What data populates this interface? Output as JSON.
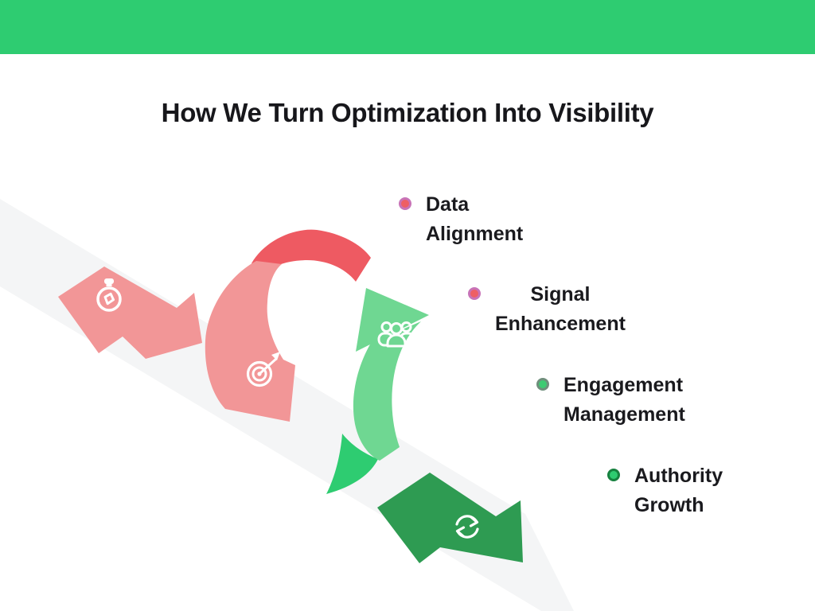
{
  "title": "How We Turn Optimization Into Visibility",
  "steps": [
    {
      "line1": "Data",
      "line2": "Alignment",
      "bullet_fill": "#ee5f64",
      "bullet_ring": "#c873b7",
      "icon": "stopwatch"
    },
    {
      "line1": "Signal",
      "line2": "Enhancement",
      "bullet_fill": "#ee5f64",
      "bullet_ring": "#c873b7",
      "icon": "target"
    },
    {
      "line1": "Engagement",
      "line2": "Management",
      "bullet_fill": "#3dcb72",
      "bullet_ring": "#6f8f7c",
      "icon": "team"
    },
    {
      "line1": "Authority",
      "line2": "Growth",
      "bullet_fill": "#2ecb70",
      "bullet_ring": "#17813f",
      "icon": "refresh"
    }
  ],
  "palette": {
    "header_green": "#2ecc71",
    "arrow_pink": "#f29697",
    "arrow_red": "#ee5a62",
    "arrow_green_light": "#6fd792",
    "arrow_green_bright": "#2ecc71",
    "arrow_green_dark": "#2e9b52",
    "shadow_band": "#f4f5f6",
    "icon_white": "#ffffff",
    "text_dark": "#17171b"
  }
}
